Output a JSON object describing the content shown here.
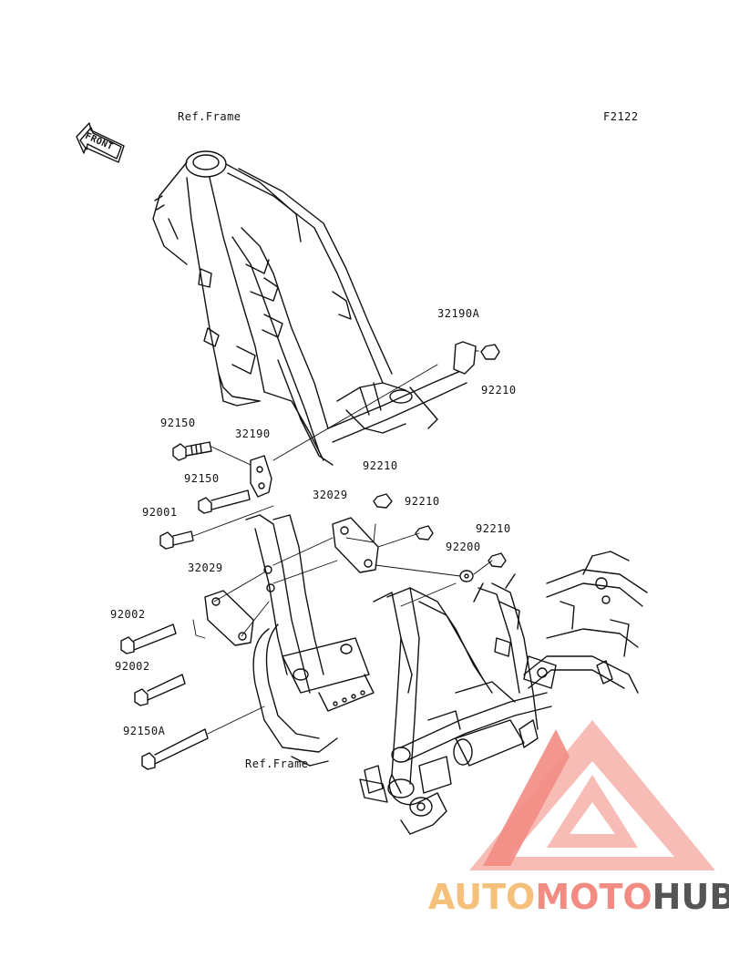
{
  "diagram_id": "F2122",
  "front_label": "FRONT",
  "callouts": {
    "ref_frame_top": "Ref.Frame",
    "ref_frame_bottom": "Ref.Frame",
    "p32190A": "32190A",
    "p92210_a": "92210",
    "p92150_a": "92150",
    "p32190": "32190",
    "p92210_b": "92210",
    "p92150_b": "92150",
    "p32029_a": "32029",
    "p92210_c": "92210",
    "p92001": "92001",
    "p92210_d": "92210",
    "p92200": "92200",
    "p32029_b": "32029",
    "p92002_a": "92002",
    "p92002_b": "92002",
    "p92150A": "92150A"
  },
  "watermark": {
    "part1": "AUTO",
    "part2": "MOTO",
    "part3": "HUB",
    "color1": "#f5c07a",
    "color2": "#f28b82",
    "color3": "#555555"
  }
}
